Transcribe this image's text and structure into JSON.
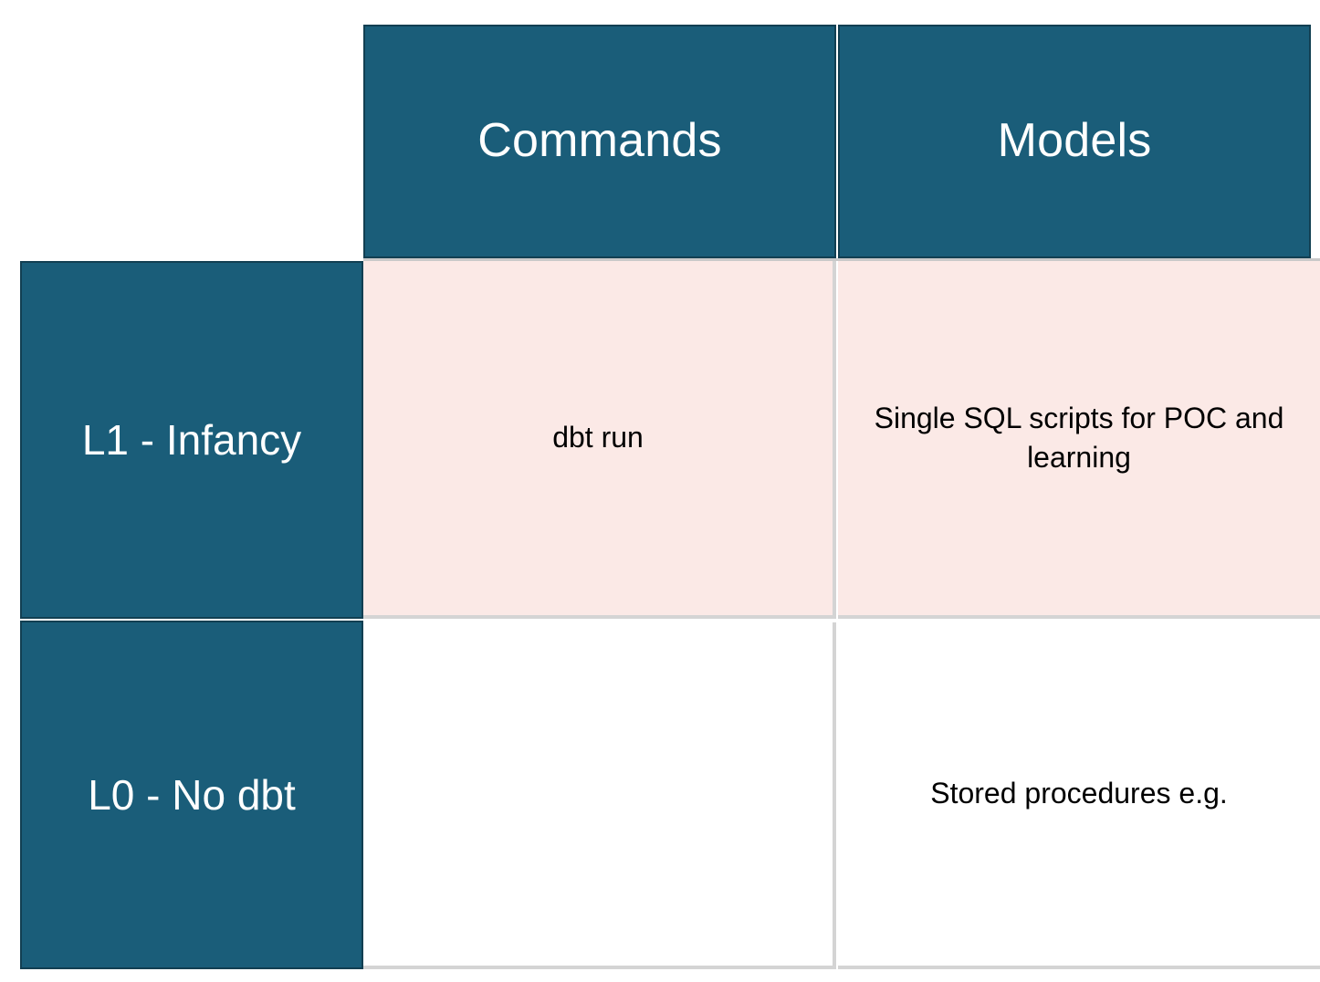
{
  "matrix": {
    "corner_label": "",
    "columns": [
      {
        "label": "Commands"
      },
      {
        "label": "Models"
      }
    ],
    "rows": [
      {
        "label": "L1 - Infancy",
        "cells": [
          {
            "text": "dbt run"
          },
          {
            "text": "Single SQL scripts for POC and learning"
          }
        ]
      },
      {
        "label": "L0 - No dbt",
        "cells": [
          {
            "text": ""
          },
          {
            "text": "Stored procedures e.g."
          }
        ]
      }
    ]
  },
  "colors": {
    "header_teal": "#1A5D79",
    "header_border": "#123F52",
    "row_highlight_pink": "#FBE9E6",
    "grid_line": "#D4D4D4",
    "header_text": "#FFFFFF",
    "body_text": "#000000",
    "page_background": "#FFFFFF"
  }
}
